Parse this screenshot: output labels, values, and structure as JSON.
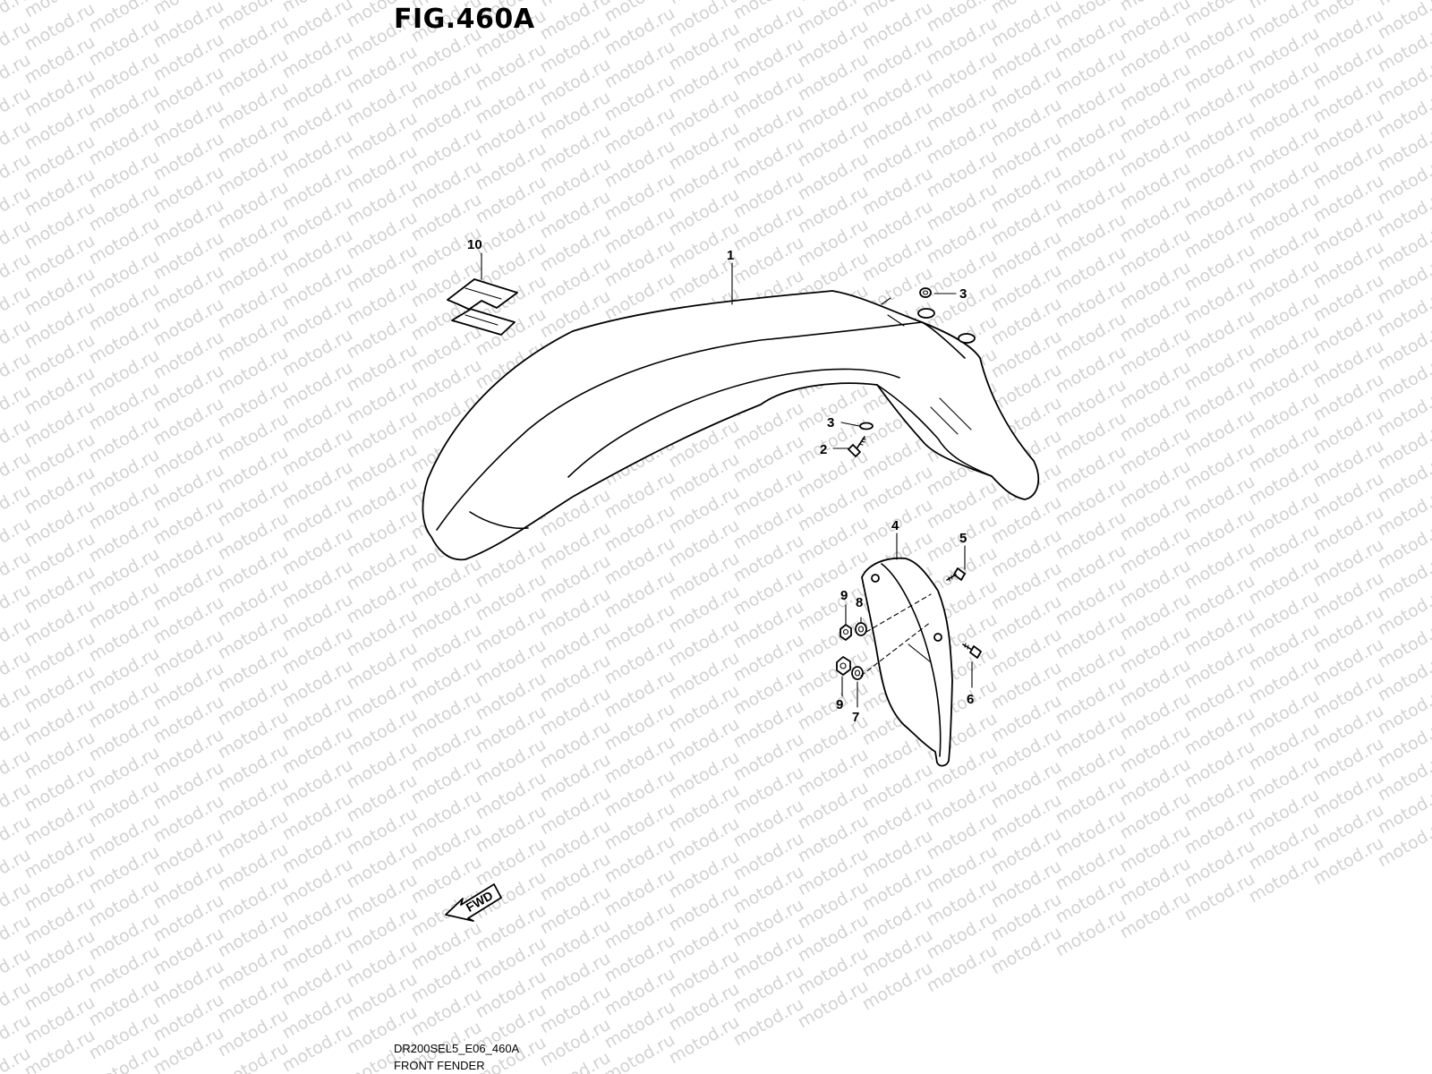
{
  "figure": {
    "title": "FIG.460A",
    "code": "DR200SEL5_E06_460A",
    "name": "FRONT FENDER",
    "fwd_label": "FWD",
    "watermark": "motod.ru"
  },
  "callouts": [
    {
      "id": "1",
      "text": "1"
    },
    {
      "id": "2",
      "text": "2"
    },
    {
      "id": "3a",
      "text": "3"
    },
    {
      "id": "3b",
      "text": "3"
    },
    {
      "id": "4",
      "text": "4"
    },
    {
      "id": "5",
      "text": "5"
    },
    {
      "id": "6",
      "text": "6"
    },
    {
      "id": "7",
      "text": "7"
    },
    {
      "id": "8",
      "text": "8"
    },
    {
      "id": "9a",
      "text": "9"
    },
    {
      "id": "9b",
      "text": "9"
    },
    {
      "id": "10",
      "text": "10"
    }
  ],
  "colors": {
    "line": "#000000",
    "watermark": "#d2d2d2",
    "background": "#ffffff"
  }
}
